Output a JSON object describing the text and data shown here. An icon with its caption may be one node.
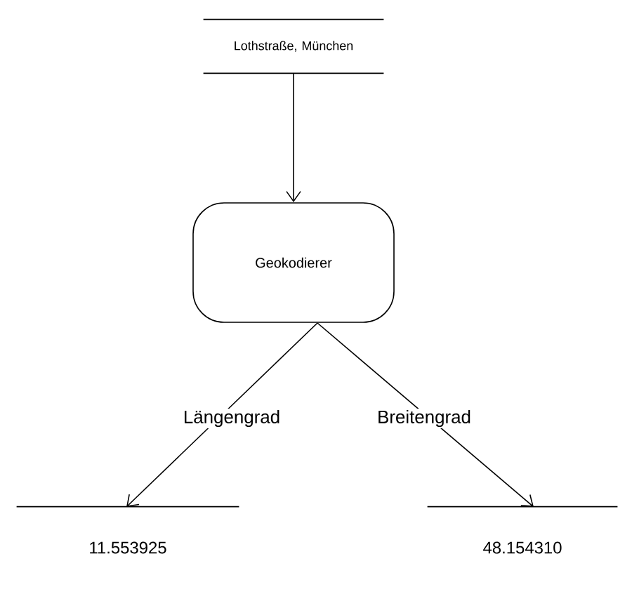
{
  "diagram": {
    "nodes": [
      {
        "text": [
          "Lothstraße, München"
        ]
      },
      {
        "text": [
          "Geokodierer"
        ]
      },
      {
        "text": [
          "11.553925"
        ]
      },
      {
        "text": [
          "48.154310"
        ]
      }
    ],
    "edges": [
      {
        "from": 0,
        "to": 1,
        "arrow": "to"
      },
      {
        "from": 1,
        "to": 2,
        "arrow": "to",
        "label": "Längengrad"
      },
      {
        "from": 1,
        "to": 3,
        "arrow": "to",
        "label": "Breitengrad"
      }
    ]
  }
}
